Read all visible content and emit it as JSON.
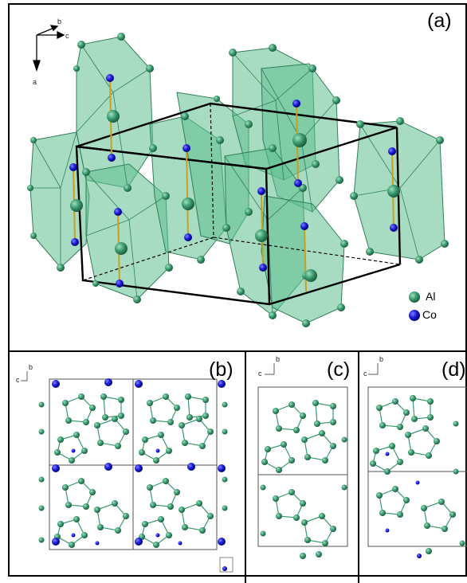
{
  "panels": {
    "a": {
      "label": "(a)"
    },
    "b": {
      "label": "(b)"
    },
    "c": {
      "label": "(c)"
    },
    "d": {
      "label": "(d)"
    }
  },
  "axes_a": {
    "x": "b",
    "y": "c",
    "z": "a"
  },
  "axes_small": {
    "up": "b",
    "left": "c"
  },
  "legend": [
    {
      "symbol": "Al",
      "color": "#3a9a6e"
    },
    {
      "symbol": "Co",
      "color": "#1a1adc"
    }
  ],
  "colors": {
    "al": "#3a9a6e",
    "co": "#1a1adc",
    "polyhedron": "#5fbf8f",
    "cell": "#000000"
  }
}
